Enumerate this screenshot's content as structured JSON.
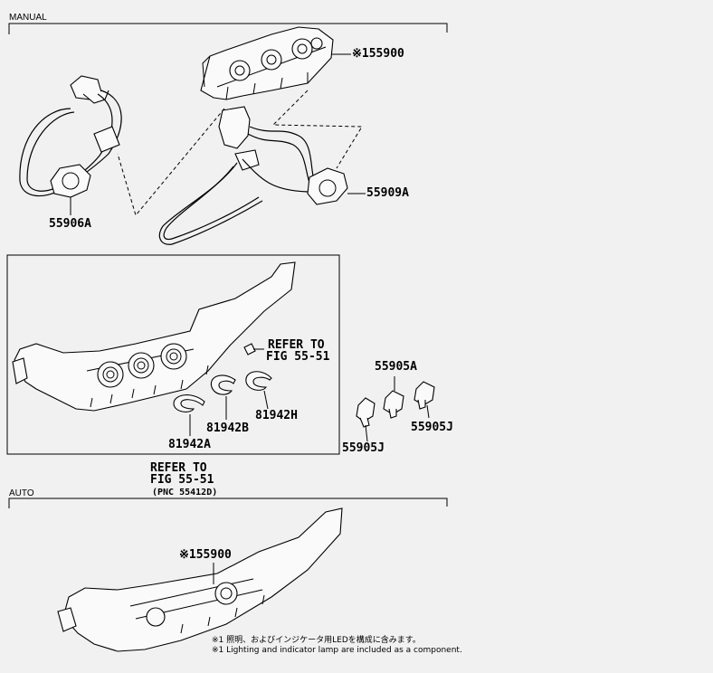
{
  "sections": {
    "manual": "MANUAL",
    "auto": "AUTO"
  },
  "labels": {
    "p55900_top": "※155900",
    "p55906a": "55906A",
    "p55909a": "55909A",
    "refer_right_1": "REFER TO",
    "refer_right_2": "FIG 55-51",
    "p55905a": "55905A",
    "p81942h": "81942H",
    "p81942b": "81942B",
    "p81942a": "81942A",
    "p55905j_right": "55905J",
    "p55905j_left": "55905J",
    "refer_bottom_1": "REFER TO",
    "refer_bottom_2": "FIG 55-51",
    "refer_bottom_3": "(PNC 55412D)",
    "p55900_auto": "※155900"
  },
  "notes": {
    "jp": "※1 照明、およびインジケータ用LEDを構成に含みます。",
    "en": "※1 Lighting and indicator lamp are included as a component."
  }
}
